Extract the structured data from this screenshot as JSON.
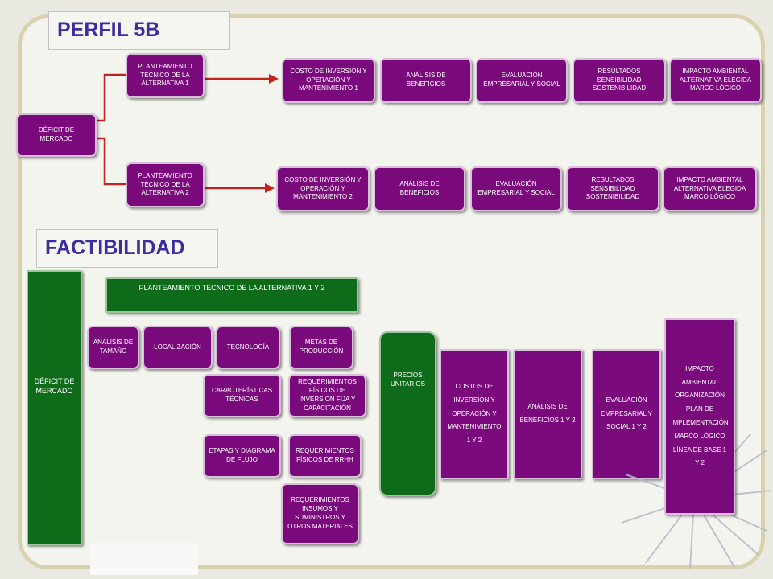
{
  "perfil": {
    "title": "PERFIL 5B",
    "deficit": "DÉFICIT DE MERCADO",
    "alt1": "PLANTEAMIENTO TÉCNICO DE LA ALTERNATIVA 1",
    "alt2": "PLANTEAMIENTO TÉCNICO DE LA ALTERNATIVA 2",
    "row1": [
      "COSTO DE INVERSIÓN Y OPERACIÓN Y MANTENIMIENTO 1",
      "ANÁLISIS DE BENEFICIOS",
      "EVALUACIÓN EMPRESARIAL Y SOCIAL",
      "RESULTADOS SENSIBILIDAD SOSTENIBILIDAD",
      "IMPACTO AMBIENTAL ALTERNATIVA ELEGIDA MARCO LÓGICO"
    ],
    "row2": [
      "COSTO DE INVERSIÓN Y OPERACIÓN Y MANTENIMIENTO 2",
      "ANÁLISIS DE BENEFICIOS",
      "EVALUACIÓN EMPRESARIAL Y SOCIAL",
      "RESULTADOS SENSIBILIDAD SOSTENIBILIDAD",
      "IMPACTO AMBIENTAL ALTERNATIVA ELEGIDA MARCO LÓGICO"
    ]
  },
  "factibilidad": {
    "title": "FACTIBILIDAD",
    "deficit": "DÉFICIT DE MERCADO",
    "planteamiento": "PLANTEAMIENTO TÉCNICO DE LA ALTERNATIVA 1 Y 2",
    "analisis_tamano": "ANÁLISIS DE TAMAÑO",
    "localizacion": "LOCALIZACIÓN",
    "tecnologia": "TECNOLOGÍA",
    "metas": "METAS DE PRODUCCIÓN",
    "caracteristicas": "CARACTERÍSTICAS TÉCNICAS",
    "req_fisicos": "REQUERIMIENTOS FÍSICOS DE INVERSIÓN FIJA Y CAPACITACIÓN",
    "etapas": "ETAPAS Y DIAGRAMA DE FLUJO",
    "req_rrhh": "REQUERIMIENTOS FÍSICOS DE RRHH",
    "req_insumos": "REQUERIMIENTOS INSUMOS Y SUMINISTROS Y OTROS MATERIALES",
    "precios": "PRECIOS UNITARIOS",
    "costos": "COSTOS DE INVERSIÓN Y OPERACIÓN Y MANTENIMIENTO 1 Y 2",
    "beneficios": "ANÁLISIS DE BENEFICIOS 1 Y 2",
    "evaluacion": "EVALUACIÓN EMPRESARIAL Y SOCIAL 1 Y 2",
    "impacto": "IMPACTO AMBIENTAL ORGANIZACIÓN PLAN DE IMPLEMENTACIÓN MARCO LÓGICO LÍNEA DE BASE 1 Y 2"
  },
  "colors": {
    "purple": "#7a0a7c",
    "green": "#0e6b1a",
    "arrow": "#c0221f",
    "title": "#3a2ea0"
  }
}
